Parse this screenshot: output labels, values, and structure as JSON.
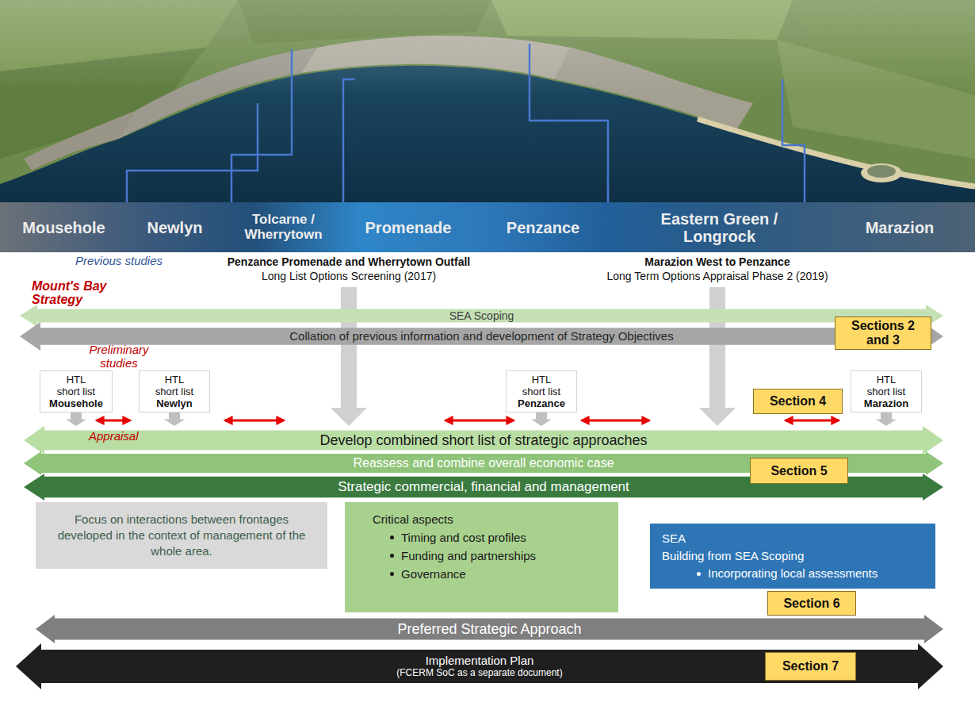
{
  "diagram": {
    "nodes": [
      {
        "text": [
          "Mousehole",
          "Newlyn",
          "Tolcarne / Wherrytown",
          "Promenade",
          "Penzance",
          "Eastern Green / Longrock",
          "Marazion"
        ]
      },
      {
        "text": [
          "SEA Scoping"
        ]
      },
      {
        "text": [
          "Collation of previous information and development of Strategy Objectives"
        ]
      },
      {
        "text": [
          "Sections 2 and 3"
        ]
      },
      {
        "text": [
          "HTL short list",
          "Mousehole"
        ]
      },
      {
        "text": [
          "HTL short list",
          "Newlyn"
        ]
      },
      {
        "text": [
          "HTL short list",
          "Penzance"
        ]
      },
      {
        "text": [
          "Section 4"
        ]
      },
      {
        "text": [
          "HTL short list",
          "Marazion"
        ]
      },
      {
        "text": [
          "Develop combined short list of strategic approaches"
        ]
      },
      {
        "text": [
          "Reassess and combine overall economic case"
        ]
      },
      {
        "text": [
          "Section 5"
        ]
      },
      {
        "text": [
          "Strategic commercial, financial and management"
        ]
      },
      {
        "text": [
          "Focus on interactions between frontages developed in the context of management of the whole area."
        ]
      },
      {
        "text": [
          "Critical aspects",
          "Timing and cost profiles",
          "Funding and partnerships",
          "Governance"
        ]
      },
      {
        "text": [
          "SEA",
          "Building from SEA Scoping",
          "Incorporating local assessments"
        ]
      },
      {
        "text": [
          "Section 6"
        ]
      },
      {
        "text": [
          "Preferred Strategic Approach"
        ]
      },
      {
        "text": [
          "Implementation Plan",
          "(FCERM SoC as a separate document)"
        ]
      },
      {
        "text": [
          "Section 7"
        ]
      }
    ],
    "edges": [
      {
        "from": 4,
        "to": 9,
        "arrow": "to"
      },
      {
        "from": 5,
        "to": 9,
        "arrow": "to"
      },
      {
        "from": 6,
        "to": 9,
        "arrow": "to"
      },
      {
        "from": 8,
        "to": 9,
        "arrow": "to"
      }
    ],
    "labels": [
      "Previous studies",
      "Penzance Promenade and Wherrytown Outfall",
      "Long List Options Screening (2017)",
      "Marazion West to Penzance",
      "Long Term Options Appraisal Phase 2 (2019)",
      "Mount's Bay Strategy",
      "Preliminary studies",
      "Appraisal"
    ]
  }
}
